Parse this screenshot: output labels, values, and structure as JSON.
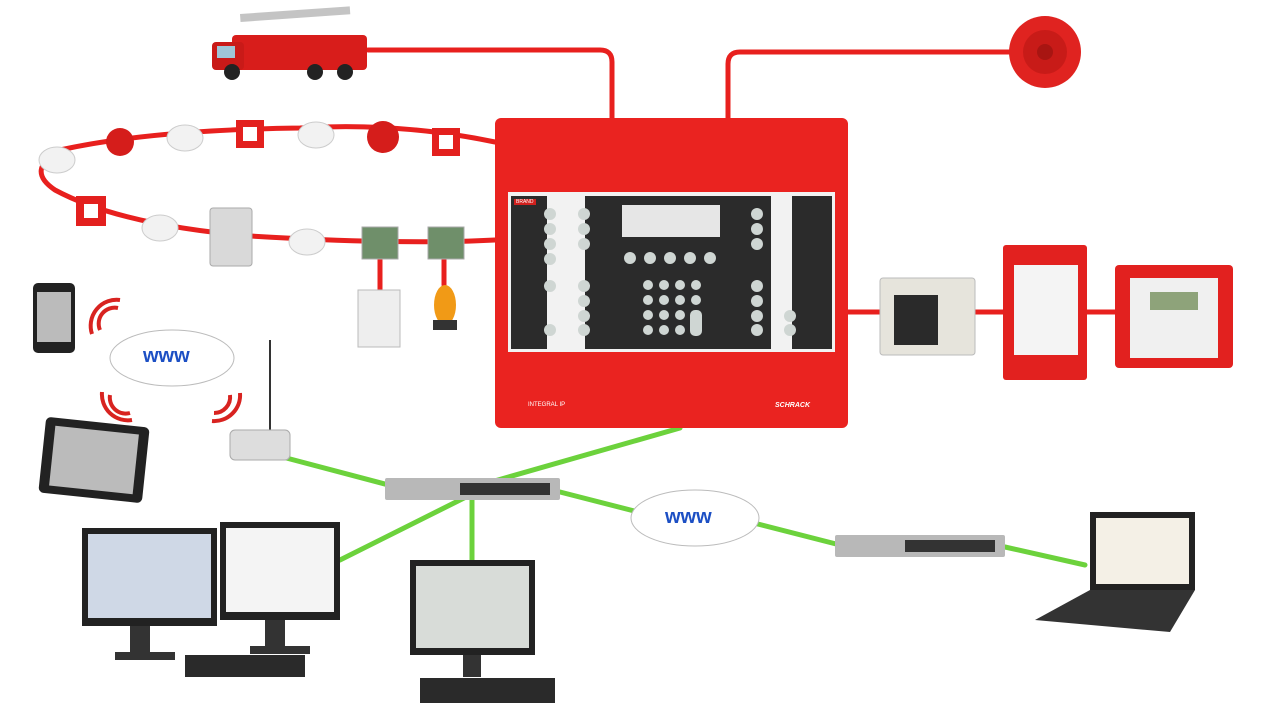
{
  "title": "Fire alarm system network diagram",
  "panel": {
    "brand_left": "INTEGRAL IP",
    "brand_right": "SCHRACK",
    "alarm_label": "BRAND"
  },
  "clouds": [
    {
      "label": "www"
    },
    {
      "label": "www"
    }
  ],
  "colors": {
    "red": "#e8201e",
    "green": "#6cd23c",
    "panel_dark": "#2b2b2b"
  }
}
